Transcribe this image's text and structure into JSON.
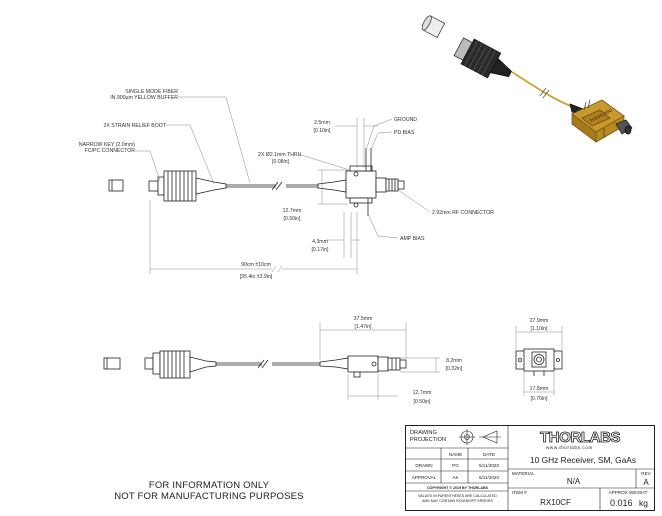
{
  "labels": {
    "fiber_1": "SINGLE MODE FIBER",
    "fiber_2": "IN 900µm YELLOW BUFFER",
    "boot": "2X STRAIN RELIEF BOOT",
    "key_1": "NARROW KEY (2.0mm)",
    "key_2": "FC/PC CONNECTOR",
    "d25_mm": "2.5mm",
    "d25_in": "[0.10in]",
    "ground": "GROUND",
    "pd_bias": "PD BIAS",
    "thru_1": "2X Ø2.1mm THRU",
    "thru_2": "[0.08in]",
    "d127_mm": "12.7mm",
    "d127_in": "[0.50in]",
    "rf": "2.92mm RF CONNECTOR",
    "d43_mm": "4.3mm",
    "d43_in": "[0.17in]",
    "amp_bias": "AMP BIAS",
    "len_1": "90cm ±10cm",
    "len_2": "[35.4in ±3.9in]",
    "d375_mm": "37.5mm",
    "d375_in": "[1.47in]",
    "d82_mm": "8.2mm",
    "d82_in": "[0.32in]",
    "d127b_mm": "12.7mm",
    "d127b_in": "[0.50in]",
    "d279_mm": "27.9mm",
    "d279_in": "[1.10in]",
    "d178_mm": "17.8mm",
    "d178_in": "[0.70in]",
    "body_label": "THORLABS"
  },
  "disclaimer": {
    "line1": "FOR INFORMATION ONLY",
    "line2": "NOT FOR MANUFACTURING PURPOSES"
  },
  "titleblock": {
    "proj_1": "DRAWING",
    "proj_2": "PROJECTION",
    "h_name": "NAME",
    "h_date": "DATE",
    "drawn": "DRAWN",
    "drawn_name": "PG",
    "drawn_date": "5/11/2020",
    "approval": "APPROVAL",
    "approval_name": "AK",
    "approval_date": "5/11/2020",
    "copyright": "COPYRIGHT © 2019 BY THORLABS",
    "note_1": "VALUES IN PARENTHESES ARE CALCULATED",
    "note_2": "AND MAY CONTAIN ROUNDOFF ERRORS",
    "logo": "THORLABS",
    "url": "www.thorlabs.com",
    "title": "10 GHz Receiver, SM, GaAs",
    "material_h": "MATERIAL",
    "material": "N/A",
    "rev_h": "REV",
    "rev": "A",
    "item_h": "ITEM #",
    "item": "RX10CF",
    "weight_h": "APPROX WEIGHT",
    "weight": "0.016",
    "weight_unit": "kg"
  }
}
